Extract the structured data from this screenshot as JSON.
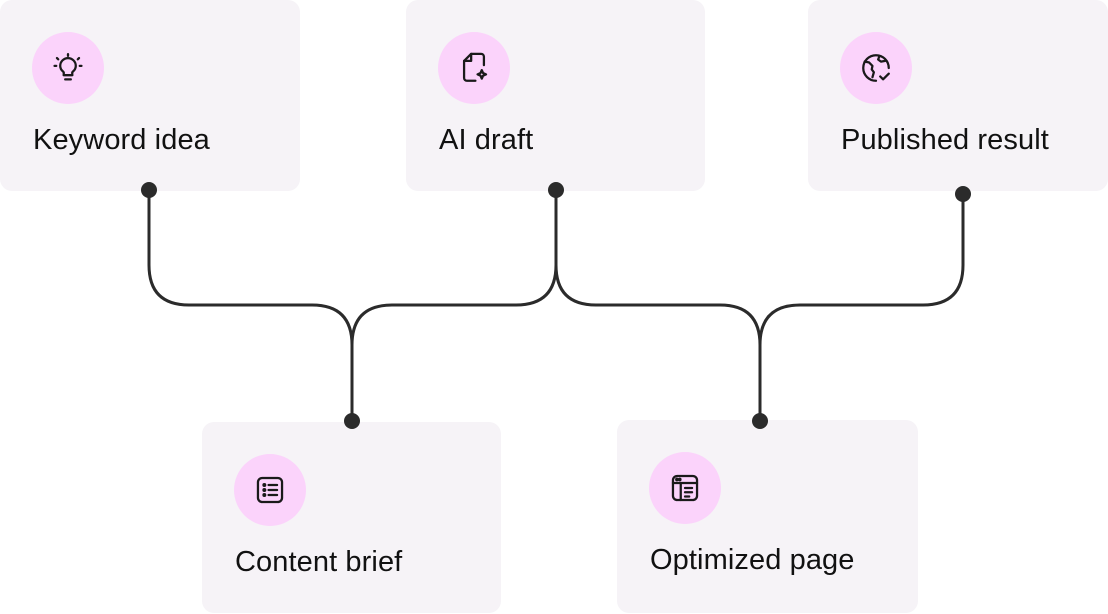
{
  "nodes": {
    "keyword_idea": {
      "label": "Keyword idea",
      "icon": "lightbulb-icon"
    },
    "ai_draft": {
      "label": "AI draft",
      "icon": "document-sparkle-icon"
    },
    "published_result": {
      "label": "Published result",
      "icon": "globe-check-icon"
    },
    "content_brief": {
      "label": "Content brief",
      "icon": "list-icon"
    },
    "optimized_page": {
      "label": "Optimized page",
      "icon": "layout-icon"
    }
  },
  "colors": {
    "card_background": "#f6f3f7",
    "icon_background": "#fbd3fb",
    "connector": "#2b2b2b",
    "text": "#111111"
  }
}
